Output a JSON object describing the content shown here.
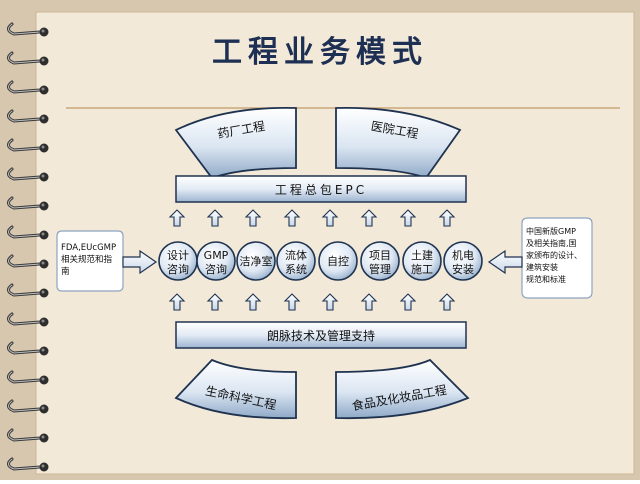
{
  "title": "工程业务模式",
  "top_arcs": [
    {
      "label": "药厂工程"
    },
    {
      "label": "医院工程"
    }
  ],
  "epc_bar": "工程总包EPC",
  "support_bar": "朗脉技术及管理支持",
  "bottom_arcs": [
    {
      "label": "生命科学工程"
    },
    {
      "label": "食品及化妆品工程"
    }
  ],
  "services": [
    {
      "line1": "设计",
      "line2": "咨询"
    },
    {
      "line1": "GMP",
      "line2": "咨询"
    },
    {
      "line1": "洁净室",
      "line2": ""
    },
    {
      "line1": "流体",
      "line2": "系统"
    },
    {
      "line1": "自控",
      "line2": ""
    },
    {
      "line1": "项目",
      "line2": "管理"
    },
    {
      "line1": "土建",
      "line2": "施工"
    },
    {
      "line1": "机电",
      "line2": "安装"
    }
  ],
  "left_box": [
    "FDA,EUcGMP",
    "相关规范和指",
    "南"
  ],
  "right_box": [
    "中国新版GMP",
    "及相关指南,国",
    "家颁布的设计、",
    "建筑安装",
    "规范和标准"
  ],
  "colors": {
    "paper": "#f3e9d9",
    "board": "#d8c8b0",
    "accent_line": "#c9a77a",
    "title": "#1d2f52",
    "stroke": "#1f3350",
    "fill_light": "#ffffff",
    "fill_mid": "#9fb6d2"
  },
  "icons": [
    "spiral-binding-icon",
    "up-arrow-icon",
    "right-arrow-icon",
    "left-arrow-icon"
  ]
}
